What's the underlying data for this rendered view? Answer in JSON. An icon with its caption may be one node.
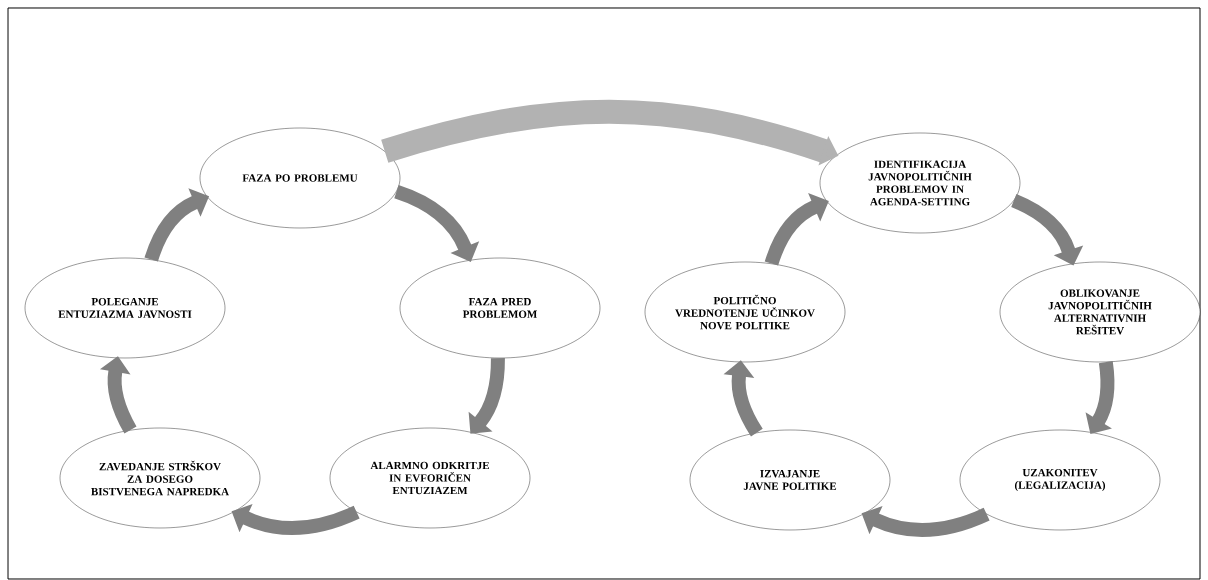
{
  "diagram": {
    "nodes": [
      {
        "text": [
          "FAZA PO PROBLEMU"
        ]
      },
      {
        "text": [
          "FAZA PRED PROBLEMOM"
        ]
      },
      {
        "text": [
          "ALARMNO ODKRITJE IN EVFORIČEN ENTUZIAZEM"
        ]
      },
      {
        "text": [
          "ZAVEDANJE STRŠKOV ZA DOSEGO BISTVENEGA NAPREDKA"
        ]
      },
      {
        "text": [
          "POLEGANJE ENTUZIAZMA JAVNOSTI"
        ]
      },
      {
        "text": [
          "IDENTIFIKACIJA JAVNOPOLITIČNIH PROBLEMOV IN AGENDA-SETTING"
        ]
      },
      {
        "text": [
          "OBLIKOVANJE JAVNOPOLITIČNIH ALTERNATIVNIH REŠITEV"
        ]
      },
      {
        "text": [
          "UZAKONITEV (LEGALIZACIJA)"
        ]
      },
      {
        "text": [
          "IZVAJANJE JAVNE POLITIKE"
        ]
      },
      {
        "text": [
          "POLITIČNO VREDNOTENJE UČINKOV NOVE POLITIKE"
        ]
      }
    ],
    "edges": [
      {
        "from": 0,
        "to": 1,
        "arrow": "to"
      },
      {
        "from": 1,
        "to": 2,
        "arrow": "to"
      },
      {
        "from": 2,
        "to": 3,
        "arrow": "to"
      },
      {
        "from": 3,
        "to": 4,
        "arrow": "to"
      },
      {
        "from": 4,
        "to": 0,
        "arrow": "to"
      },
      {
        "from": 0,
        "to": 5,
        "arrow": "to"
      },
      {
        "from": 5,
        "to": 6,
        "arrow": "to"
      },
      {
        "from": 6,
        "to": 7,
        "arrow": "to"
      },
      {
        "from": 7,
        "to": 8,
        "arrow": "to"
      },
      {
        "from": 8,
        "to": 9,
        "arrow": "to"
      },
      {
        "from": 9,
        "to": 5,
        "arrow": "to"
      }
    ]
  }
}
